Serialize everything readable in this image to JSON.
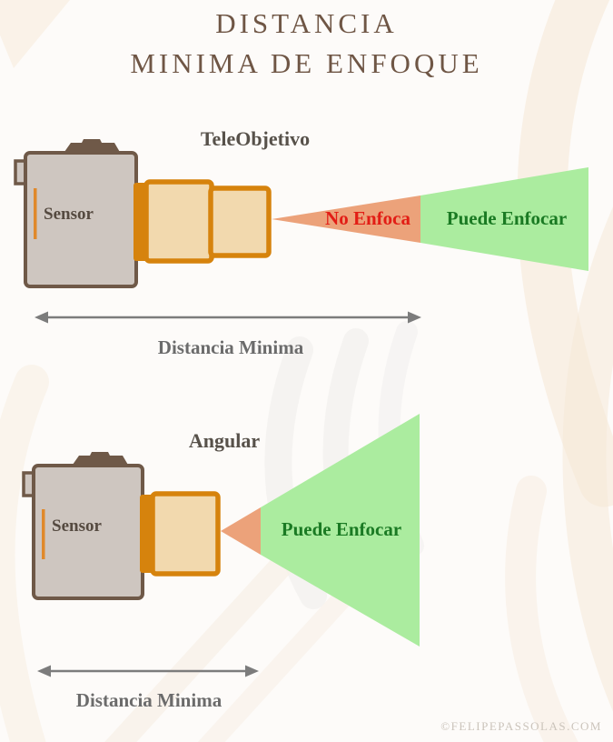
{
  "title": {
    "line1": "DISTANCIA",
    "line2": "MINIMA DE ENFOQUE"
  },
  "tele": {
    "label": "TeleObjetivo",
    "sensor": "Sensor",
    "no_focus": "No Enfoca",
    "can_focus": "Puede Enfocar",
    "distance": "Distancia Minima"
  },
  "angular": {
    "label": "Angular",
    "sensor": "Sensor",
    "can_focus": "Puede Enfocar",
    "distance": "Distancia Minima"
  },
  "watermark": "©FELIPEPASSOLAS.COM",
  "colors": {
    "title_brown": "#6F5645",
    "section_label_gray": "#57514A",
    "no_focus_red": "#E21D15",
    "can_focus_green": "#1A7A23",
    "cone_near_salmon": "#ECA27A",
    "cone_far_green": "#ABEC9F",
    "camera_body_fill": "#CEC6C0",
    "camera_outline_brown": "#6F5948",
    "lens_orange": "#D6830D",
    "lens_fill_tan": "#F2D9AE",
    "sensor_line_orange": "#E0892B",
    "arrow_gray": "#7C7C7C",
    "distance_text_gray": "#6B6B6B",
    "watermark_gray": "#CBC4BB"
  }
}
